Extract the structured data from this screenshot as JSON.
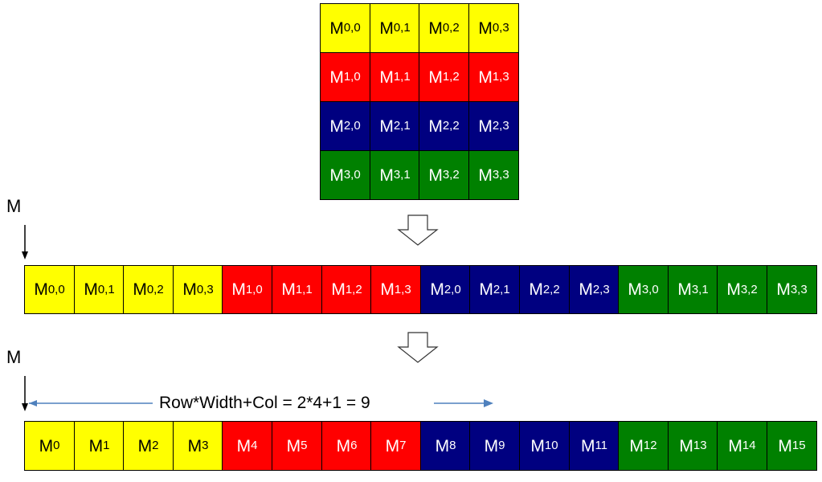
{
  "colors": {
    "row0": "#ffff00",
    "row1": "#ff0000",
    "row2": "#000080",
    "row3": "#008000",
    "text_on_yellow": "#000000",
    "text_on_dark": "#ffffff",
    "index_arrow": "#4f81bd"
  },
  "matrix": {
    "rows": [
      {
        "color_key": "row0",
        "cells": [
          [
            "M",
            "0,0"
          ],
          [
            "M",
            "0,1"
          ],
          [
            "M",
            "0,2"
          ],
          [
            "M",
            "0,3"
          ]
        ]
      },
      {
        "color_key": "row1",
        "cells": [
          [
            "M",
            "1,0"
          ],
          [
            "M",
            "1,1"
          ],
          [
            "M",
            "1,2"
          ],
          [
            "M",
            "1,3"
          ]
        ]
      },
      {
        "color_key": "row2",
        "cells": [
          [
            "M",
            "2,0"
          ],
          [
            "M",
            "2,1"
          ],
          [
            "M",
            "2,2"
          ],
          [
            "M",
            "2,3"
          ]
        ]
      },
      {
        "color_key": "row3",
        "cells": [
          [
            "M",
            "3,0"
          ],
          [
            "M",
            "3,1"
          ],
          [
            "M",
            "3,2"
          ],
          [
            "M",
            "3,3"
          ]
        ]
      }
    ]
  },
  "row_major": {
    "pointer_label": "M",
    "cells": [
      [
        "M",
        "0,0",
        "row0"
      ],
      [
        "M",
        "0,1",
        "row0"
      ],
      [
        "M",
        "0,2",
        "row0"
      ],
      [
        "M",
        "0,3",
        "row0"
      ],
      [
        "M",
        "1,0",
        "row1"
      ],
      [
        "M",
        "1,1",
        "row1"
      ],
      [
        "M",
        "1,2",
        "row1"
      ],
      [
        "M",
        "1,3",
        "row1"
      ],
      [
        "M",
        "2,0",
        "row2"
      ],
      [
        "M",
        "2,1",
        "row2"
      ],
      [
        "M",
        "2,2",
        "row2"
      ],
      [
        "M",
        "2,3",
        "row2"
      ],
      [
        "M",
        "3,0",
        "row3"
      ],
      [
        "M",
        "3,1",
        "row3"
      ],
      [
        "M",
        "3,2",
        "row3"
      ],
      [
        "M",
        "3,3",
        "row3"
      ]
    ]
  },
  "linear": {
    "pointer_label": "M",
    "formula": "Row*Width+Col = 2*4+1 = 9",
    "cells": [
      [
        "M",
        "0",
        "row0"
      ],
      [
        "M",
        "1",
        "row0"
      ],
      [
        "M",
        "2",
        "row0"
      ],
      [
        "M",
        "3",
        "row0"
      ],
      [
        "M",
        "4",
        "row1"
      ],
      [
        "M",
        "5",
        "row1"
      ],
      [
        "M",
        "6",
        "row1"
      ],
      [
        "M",
        "7",
        "row1"
      ],
      [
        "M",
        "8",
        "row2"
      ],
      [
        "M",
        "9",
        "row2"
      ],
      [
        "M",
        "10",
        "row2"
      ],
      [
        "M",
        "11",
        "row2"
      ],
      [
        "M",
        "12",
        "row3"
      ],
      [
        "M",
        "13",
        "row3"
      ],
      [
        "M",
        "14",
        "row3"
      ],
      [
        "M",
        "15",
        "row3"
      ]
    ]
  }
}
